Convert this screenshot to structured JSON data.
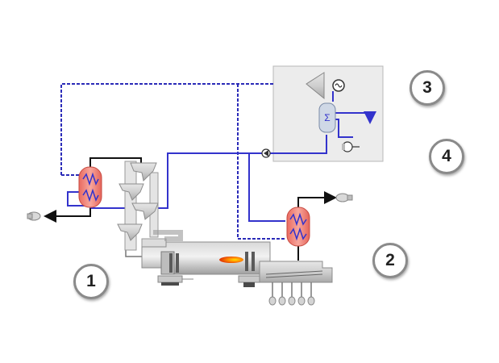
{
  "callouts": [
    {
      "id": "1",
      "label": "1"
    },
    {
      "id": "2",
      "label": "2"
    },
    {
      "id": "3",
      "label": "3"
    },
    {
      "id": "4",
      "label": "4"
    }
  ],
  "colors": {
    "steam_line": "#3333cc",
    "dashed_line": "#2b2bb8",
    "equipment_gray": "#c8c8c8",
    "equipment_outline": "#8c8c8c",
    "heat_exchanger_fill": "#f08a80",
    "power_block_bg": "#ececec",
    "black_line": "#111111",
    "flame": "#f26522",
    "callout_border": "#8a8a8a"
  },
  "icons": [
    "turbine-icon",
    "generator-icon",
    "pump-icon",
    "fan-icon",
    "condenser-icon",
    "flame-icon"
  ]
}
